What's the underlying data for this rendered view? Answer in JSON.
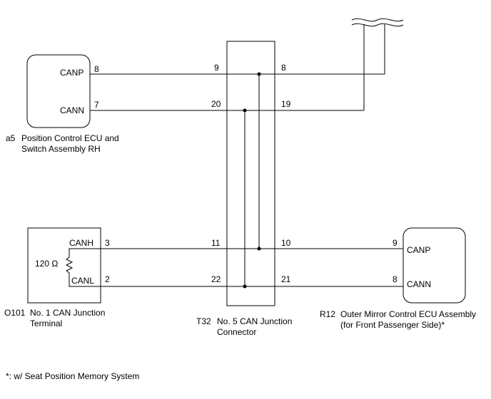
{
  "components": {
    "a5": {
      "code": "a5",
      "name_line1": "Position Control ECU and",
      "name_line2": "Switch Assembly RH",
      "pin_labels": {
        "canp": "CANP",
        "cann": "CANN"
      },
      "pin_numbers": {
        "canp": "8",
        "cann": "7"
      }
    },
    "o101": {
      "code": "O101",
      "name_line1": "No. 1 CAN Junction",
      "name_line2": "Terminal",
      "pin_labels": {
        "canh": "CANH",
        "canl": "CANL"
      },
      "pin_numbers": {
        "canh": "3",
        "canl": "2"
      },
      "resistor_label": "120 Ω"
    },
    "t32": {
      "code": "T32",
      "name_line1": "No. 5 CAN Junction",
      "name_line2": "Connector",
      "left_pins": {
        "p9": "9",
        "p20": "20",
        "p11": "11",
        "p22": "22"
      },
      "right_pins": {
        "p8": "8",
        "p19": "19",
        "p10": "10",
        "p21": "21"
      }
    },
    "r12": {
      "code": "R12",
      "name_line1": "Outer Mirror Control ECU Assembly",
      "name_line2": "(for Front Passenger Side)*",
      "pin_labels": {
        "canp": "CANP",
        "cann": "CANN"
      },
      "pin_numbers": {
        "canp": "9",
        "cann": "8"
      }
    }
  },
  "footnote": "*: w/ Seat Position Memory System"
}
